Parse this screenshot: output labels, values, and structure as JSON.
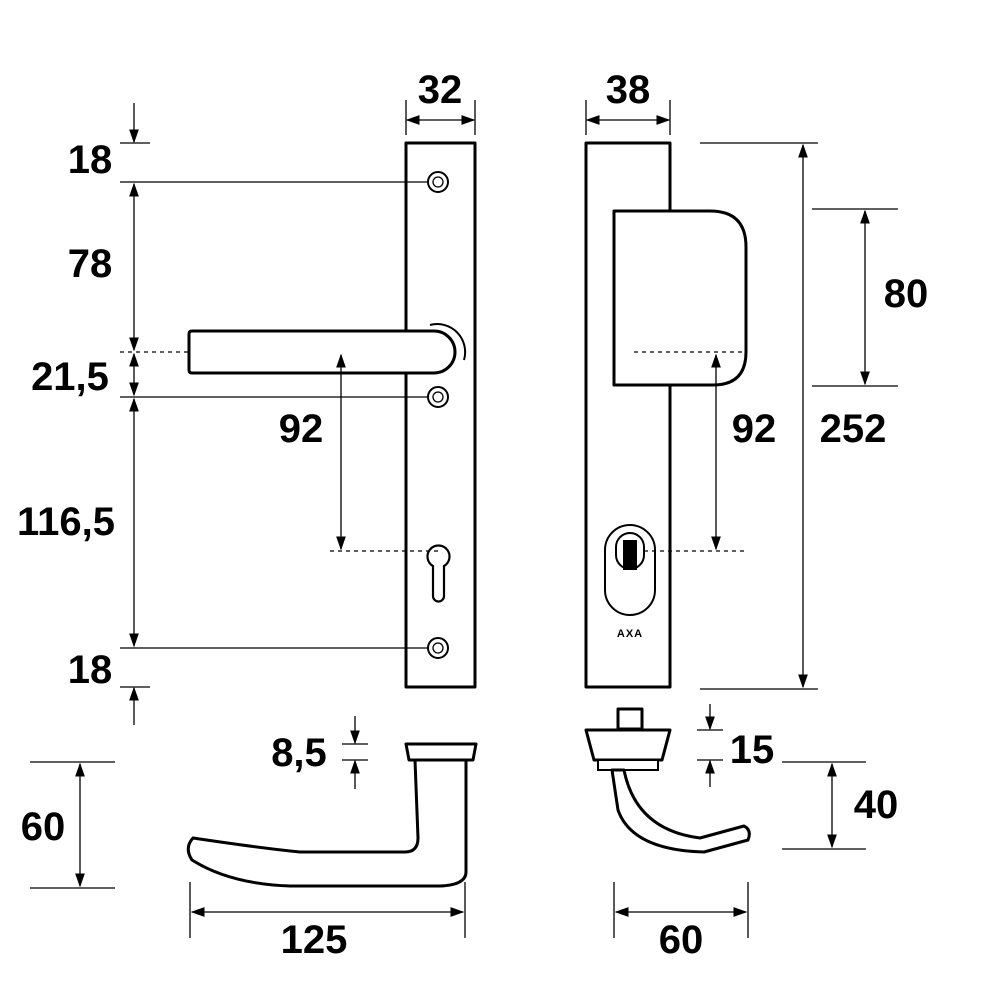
{
  "dimensions": {
    "plate_front_width": "32",
    "plate_side_width": "38",
    "top_to_screw": "18",
    "screw_to_handle": "78",
    "handle_to_screw": "21,5",
    "screw_to_cylinder": "116,5",
    "bottom_to_screw": "18",
    "handle_to_cylinder_front": "92",
    "handle_to_cylinder_side": "92",
    "shield_height": "80",
    "plate_height": "252",
    "rose_thickness": "8,5",
    "cap_height": "15",
    "handle_height": "60",
    "handle_side_height": "40",
    "handle_length": "125",
    "handle_side_depth": "60"
  },
  "brand": "AXA"
}
